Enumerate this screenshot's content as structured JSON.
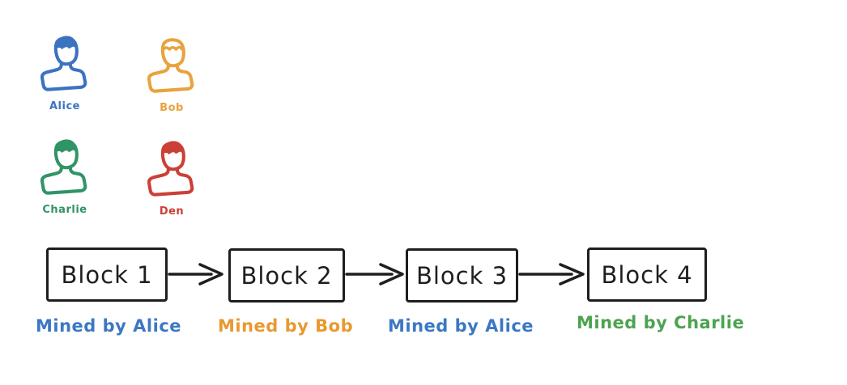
{
  "canvas": {
    "background": "#ffffff"
  },
  "people": [
    {
      "name": "Alice",
      "color": "#3b73c1",
      "hair_style": "filled"
    },
    {
      "name": "Bob",
      "color": "#e8a33d",
      "hair_style": "outline"
    },
    {
      "name": "Charlie",
      "color": "#2f9466",
      "hair_style": "filled"
    },
    {
      "name": "Den",
      "color": "#cb4036",
      "hair_style": "filled"
    }
  ],
  "chain": {
    "stroke_color": "#1e1e1e",
    "blocks": [
      {
        "label": "Block 1",
        "mined_by": "Mined by Alice",
        "miner": "Alice",
        "miner_color": "#3b78c4"
      },
      {
        "label": "Block 2",
        "mined_by": "Mined by Bob",
        "miner": "Bob",
        "miner_color": "#e8992f"
      },
      {
        "label": "Block 3",
        "mined_by": "Mined by Alice",
        "miner": "Alice",
        "miner_color": "#3b78c4"
      },
      {
        "label": "Block 4",
        "mined_by": "Mined by Charlie",
        "miner": "Charlie",
        "miner_color": "#4da351"
      }
    ]
  },
  "icons": {
    "person_icon": "bust-with-hair-outline",
    "arrow_icon": "right-arrow"
  }
}
